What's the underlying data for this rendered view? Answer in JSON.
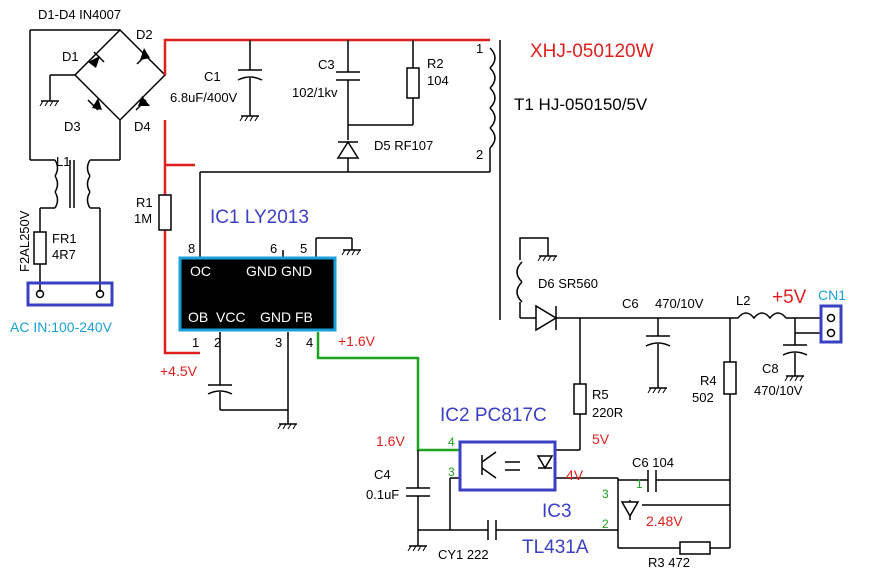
{
  "bridge": {
    "title": "D1-D4 IN4007",
    "d1": "D1",
    "d2": "D2",
    "d3": "D3",
    "d4": "D4"
  },
  "input": {
    "l1": "L1",
    "fuse_rating": "F2AL250V",
    "fr1": "FR1",
    "fr1_value": "4R7",
    "ac_in": "AC IN:100-240V"
  },
  "primary": {
    "c1": "C1",
    "c1_value": "6.8uF/400V",
    "c3": "C3",
    "c3_value": "102/1kv",
    "r2": "R2",
    "r2_value": "104",
    "d5": "D5 RF107",
    "r1": "R1",
    "r1_value": "1M"
  },
  "transformer": {
    "model_red": "XHJ-050120W",
    "t1": "T1 HJ-050150/5V",
    "pin1": "1",
    "pin2": "2"
  },
  "ic1": {
    "title": "IC1 LY2013",
    "pins": {
      "p8": "8",
      "p6": "6",
      "p5": "5",
      "p1": "1",
      "p2": "2",
      "p3": "3",
      "p4": "4"
    },
    "oc": "OC",
    "gnd_gnd": "GND GND",
    "ob": "OB",
    "vcc": "VCC",
    "gnd_fb": "GND FB",
    "v_4_5": "+4.5V",
    "v_1_6": "+1.6V"
  },
  "secondary": {
    "d6": "D6 SR560",
    "c6": "C6",
    "c6_value": "470/10V",
    "l2": "L2",
    "plus5v": "+5V",
    "cn1": "CN1",
    "c8": "C8",
    "c8_value": "470/10V",
    "r4": "R4",
    "r4_value": "502",
    "r5": "R5",
    "r5_value": "220R",
    "c6b": "C6 104"
  },
  "ic2": {
    "title": "IC2 PC817C",
    "v_1_6": "1.6V",
    "v_5": "5V",
    "v_4": "4V",
    "pin4": "4",
    "pin3": "3"
  },
  "ic3": {
    "title": "IC3",
    "model": "TL431A",
    "pin1": "1",
    "pin2": "2",
    "pin3": "3",
    "v_2_48": "2.48V"
  },
  "feedback": {
    "c4": "C4",
    "c4_value": "0.1uF",
    "cy1": "CY1 222",
    "r3": "R3 472"
  },
  "colors": {
    "red": "#e0201e",
    "blue": "#3a3fc3",
    "cyan": "#1aa0d8",
    "green": "#1ea31e",
    "ic_fill": "#000000",
    "ic_border": "#1aa0d8"
  }
}
